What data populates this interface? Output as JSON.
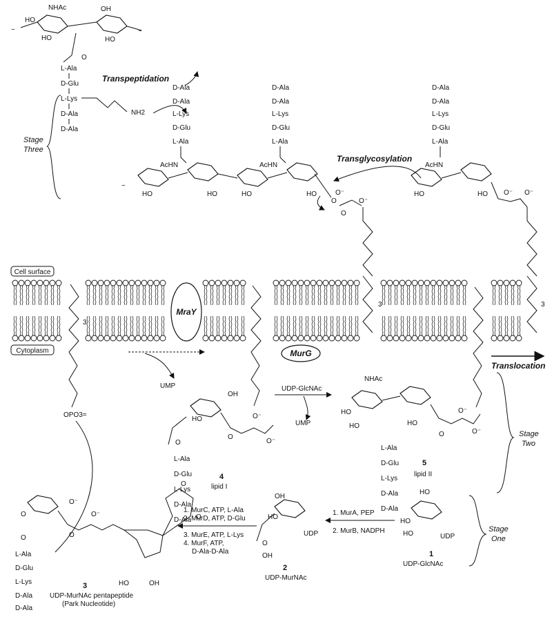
{
  "stage_labels": {
    "three_line1": "Stage",
    "three_line2": "Three",
    "two_line1": "Stage",
    "two_line2": "Two",
    "one_line1": "Stage",
    "one_line2": "One"
  },
  "processes": {
    "transpeptidation": "Transpeptidation",
    "transglycosylation": "Transglycosylation",
    "translocation": "Translocation"
  },
  "enzymes": {
    "mray": "MraY",
    "murg": "MurG"
  },
  "membrane": {
    "cell_surface": "Cell surface",
    "cytoplasm": "Cytoplasm"
  },
  "peptide_chain": [
    "L-Ala",
    "D-Glu",
    "L-Lys",
    "D-Ala",
    "D-Ala"
  ],
  "peptide_chain_reversed": [
    "D-Ala",
    "D-Ala",
    "L-Lys",
    "D-Glu",
    "L-Ala"
  ],
  "groups": {
    "nhac": "NHAc",
    "achn": "AcHN",
    "nh2": "NH2",
    "udp": "UDP",
    "ump": "UMP",
    "po3": "OPO3=",
    "oh": "OH",
    "ho": "HO"
  },
  "compounds": {
    "c1_num": "1",
    "c1_name": "UDP-GlcNAc",
    "c2_num": "2",
    "c2_name": "UDP-MurNAc",
    "c3_num": "3",
    "c3_name": "UDP-MurNAc pentapeptide",
    "c3_sub": "(Park Nucleotide)",
    "c4_num": "4",
    "c4_name": "lipid I",
    "c5_num": "5",
    "c5_name": "lipid II"
  },
  "reagents": {
    "udp_glcnac": "UDP-GlcNAc",
    "ump": "UMP",
    "mura": "1. MurA, PEP",
    "murb": "2. MurB, NADPH",
    "murc": "1. MurC, ATP, L-Ala",
    "murd": "2. MurD, ATP, D-Glu",
    "mure": "3. MurE, ATP, L-Lys",
    "murf": "4. MurF, ATP,",
    "murf2": "D-Ala-D-Ala"
  },
  "prenyl_repeat": "3"
}
